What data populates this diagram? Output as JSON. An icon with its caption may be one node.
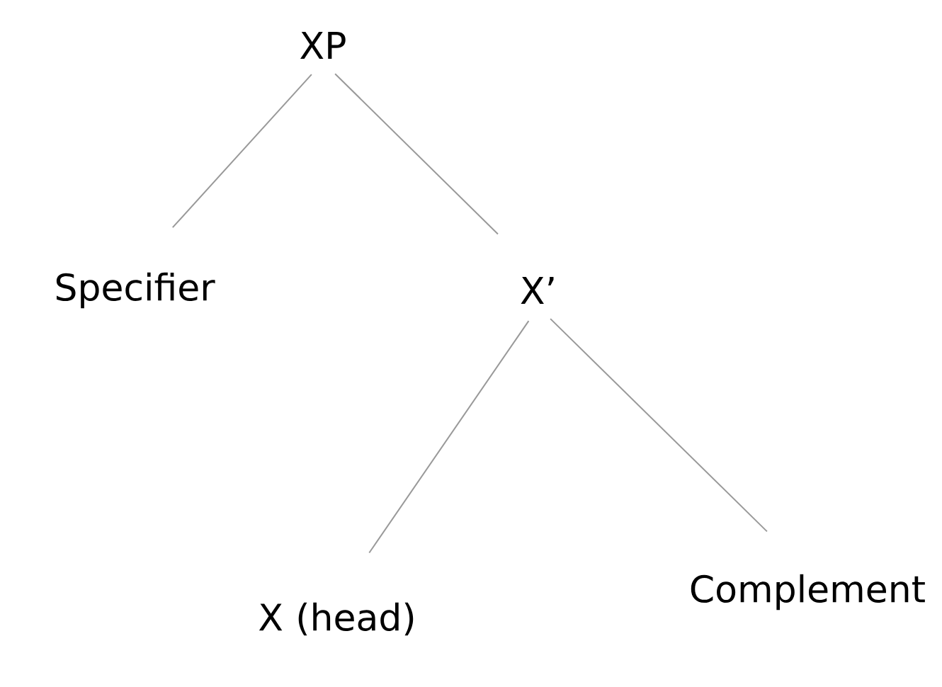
{
  "diagram": {
    "nodes": [
      {
        "text": [
          "XP"
        ]
      },
      {
        "text": [
          "Specifier"
        ]
      },
      {
        "text": [
          "X’"
        ]
      },
      {
        "text": [
          "X (head)"
        ]
      },
      {
        "text": [
          "Complement"
        ]
      }
    ],
    "edges": [
      {
        "from": 0,
        "to": 1,
        "arrow": "none"
      },
      {
        "from": 0,
        "to": 2,
        "arrow": "none"
      },
      {
        "from": 2,
        "to": 3,
        "arrow": "none"
      },
      {
        "from": 2,
        "to": 4,
        "arrow": "none"
      }
    ]
  }
}
